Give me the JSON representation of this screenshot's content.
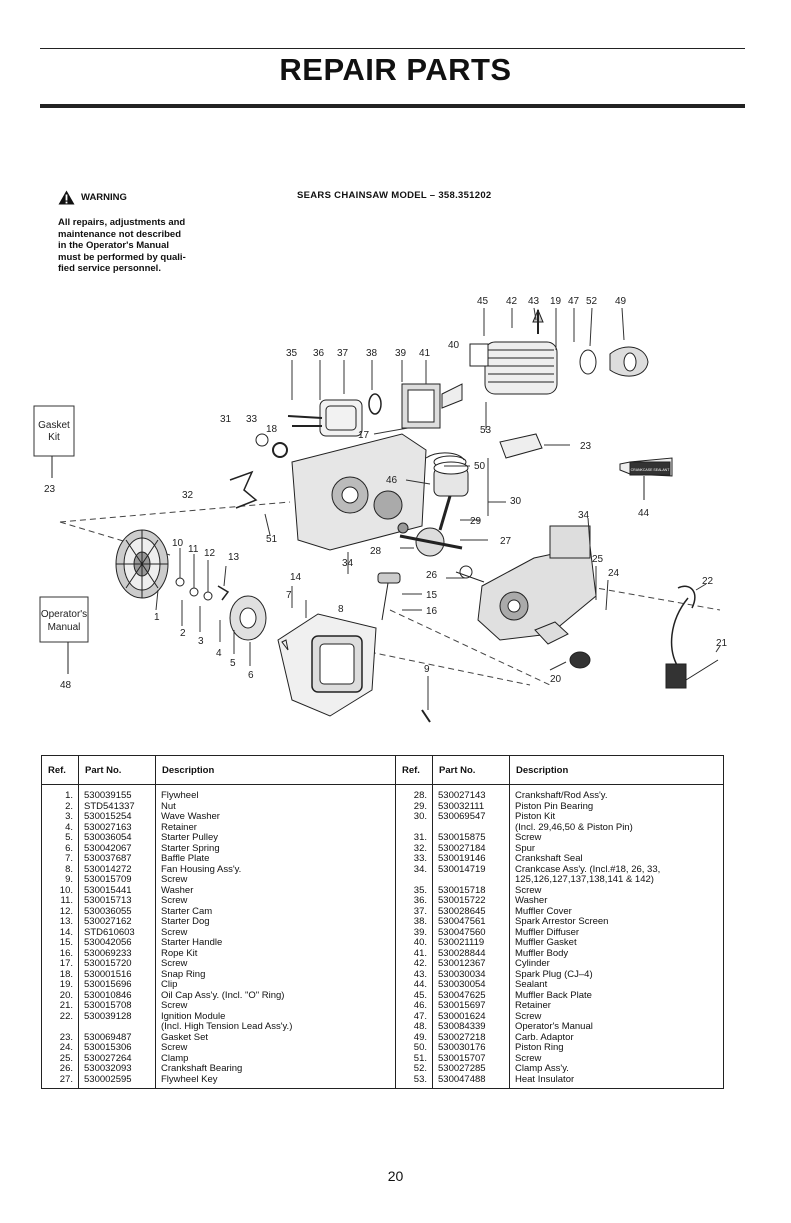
{
  "title": "REPAIR PARTS",
  "model_line": "SEARS CHAINSAW MODEL – 358.351202",
  "warning": {
    "heading": "WARNING",
    "lines": [
      "All repairs, adjustments and",
      "maintenance not described",
      "in the Operator's Manual",
      "must be performed by quali-",
      "fied service personnel."
    ]
  },
  "diagram": {
    "gasket_kit_label": [
      "Gasket",
      "Kit"
    ],
    "gasket_kit_ref": "23",
    "operators_manual_label": [
      "Operator's",
      "Manual"
    ],
    "operators_manual_ref": "48",
    "sealant_tube_label": "CRANKCASE SEALANT",
    "callouts": {
      "c45": "45",
      "c42": "42",
      "c43": "43",
      "c19": "19",
      "c47": "47",
      "c52": "52",
      "c49": "49",
      "c35": "35",
      "c36": "36",
      "c37": "37",
      "c38": "38",
      "c39": "39",
      "c41": "41",
      "c40": "40",
      "c31": "31",
      "c33": "33",
      "c18": "18",
      "c17": "17",
      "c53": "53",
      "c23": "23",
      "c50": "50",
      "c44": "44",
      "c32": "32",
      "c46": "46",
      "c30": "30",
      "c29": "29",
      "c34a": "34",
      "c51": "51",
      "c10": "10",
      "c11": "11",
      "c12": "12",
      "c13": "13",
      "c28": "28",
      "c27": "27",
      "c34b": "34",
      "c25": "25",
      "c24": "24",
      "c22": "22",
      "c14": "14",
      "c26": "26",
      "c15": "15",
      "c7": "7",
      "c8": "8",
      "c16": "16",
      "c1": "1",
      "c2": "2",
      "c3": "3",
      "c4": "4",
      "c5": "5",
      "c6": "6",
      "c9": "9",
      "c20": "20",
      "c21": "21"
    }
  },
  "table": {
    "headers": {
      "ref": "Ref.",
      "part_no": "Part No.",
      "description": "Description"
    },
    "rows": [
      {
        "l": {
          "ref": "1.",
          "part": "530039155",
          "desc": "Flywheel"
        },
        "r": {
          "ref": "28.",
          "part": "530027143",
          "desc": "Crankshaft/Rod Ass'y."
        }
      },
      {
        "l": {
          "ref": "2.",
          "part": "STD541337",
          "desc": "Nut"
        },
        "r": {
          "ref": "29.",
          "part": "530032111",
          "desc": "Piston Pin Bearing"
        }
      },
      {
        "l": {
          "ref": "3.",
          "part": "530015254",
          "desc": "Wave Washer"
        },
        "r": {
          "ref": "30.",
          "part": "530069547",
          "desc": "Piston Kit"
        }
      },
      {
        "l": {
          "ref": "4.",
          "part": "530027163",
          "desc": "Retainer"
        },
        "r": {
          "ref": "",
          "part": "",
          "desc": "(Incl. 29,46,50 & Piston Pin)"
        }
      },
      {
        "l": {
          "ref": "5.",
          "part": "530036054",
          "desc": "Starter Pulley"
        },
        "r": {
          "ref": "31.",
          "part": "530015875",
          "desc": "Screw"
        }
      },
      {
        "l": {
          "ref": "6.",
          "part": "530042067",
          "desc": "Starter Spring"
        },
        "r": {
          "ref": "32.",
          "part": "530027184",
          "desc": "Spur"
        }
      },
      {
        "l": {
          "ref": "7.",
          "part": "530037687",
          "desc": "Baffle Plate"
        },
        "r": {
          "ref": "33.",
          "part": "530019146",
          "desc": "Crankshaft Seal"
        }
      },
      {
        "l": {
          "ref": "8.",
          "part": "530014272",
          "desc": "Fan Housing Ass'y."
        },
        "r": {
          "ref": "34.",
          "part": "530014719",
          "desc": "Crankcase Ass'y. (Incl.#18, 26, 33,"
        }
      },
      {
        "l": {
          "ref": "9.",
          "part": "530015709",
          "desc": "Screw"
        },
        "r": {
          "ref": "",
          "part": "",
          "desc": "125,126,127,137,138,141 & 142)"
        }
      },
      {
        "l": {
          "ref": "10.",
          "part": "530015441",
          "desc": "Washer"
        },
        "r": {
          "ref": "35.",
          "part": "530015718",
          "desc": "Screw"
        }
      },
      {
        "l": {
          "ref": "11.",
          "part": "530015713",
          "desc": "Screw"
        },
        "r": {
          "ref": "36.",
          "part": "530015722",
          "desc": "Washer"
        }
      },
      {
        "l": {
          "ref": "12.",
          "part": "530036055",
          "desc": "Starter Cam"
        },
        "r": {
          "ref": "37.",
          "part": "530028645",
          "desc": "Muffler Cover"
        }
      },
      {
        "l": {
          "ref": "13.",
          "part": "530027162",
          "desc": "Starter Dog"
        },
        "r": {
          "ref": "38.",
          "part": "530047561",
          "desc": "Spark Arrestor Screen"
        }
      },
      {
        "l": {
          "ref": "14.",
          "part": "STD610603",
          "desc": "Screw"
        },
        "r": {
          "ref": "39.",
          "part": "530047560",
          "desc": "Muffler Diffuser"
        }
      },
      {
        "l": {
          "ref": "15.",
          "part": "530042056",
          "desc": "Starter Handle"
        },
        "r": {
          "ref": "40.",
          "part": "530021119",
          "desc": "Muffler Gasket"
        }
      },
      {
        "l": {
          "ref": "16.",
          "part": "530069233",
          "desc": "Rope Kit"
        },
        "r": {
          "ref": "41.",
          "part": "530028844",
          "desc": "Muffler Body"
        }
      },
      {
        "l": {
          "ref": "17.",
          "part": "530015720",
          "desc": "Screw"
        },
        "r": {
          "ref": "42.",
          "part": "530012367",
          "desc": "Cylinder"
        }
      },
      {
        "l": {
          "ref": "18.",
          "part": "530001516",
          "desc": "Snap Ring"
        },
        "r": {
          "ref": "43.",
          "part": "530030034",
          "desc": "Spark Plug (CJ–4)"
        }
      },
      {
        "l": {
          "ref": "19.",
          "part": "530015696",
          "desc": "Clip"
        },
        "r": {
          "ref": "44.",
          "part": "530030054",
          "desc": "Sealant"
        }
      },
      {
        "l": {
          "ref": "20.",
          "part": "530010846",
          "desc": "Oil Cap Ass'y. (Incl. \"O\" Ring)"
        },
        "r": {
          "ref": "45.",
          "part": "530047625",
          "desc": "Muffler Back Plate"
        }
      },
      {
        "l": {
          "ref": "21.",
          "part": "530015708",
          "desc": "Screw"
        },
        "r": {
          "ref": "46.",
          "part": "530015697",
          "desc": "Retainer"
        }
      },
      {
        "l": {
          "ref": "22.",
          "part": "530039128",
          "desc": "Ignition Module"
        },
        "r": {
          "ref": "47.",
          "part": "530001624",
          "desc": "Screw"
        }
      },
      {
        "l": {
          "ref": "",
          "part": "",
          "desc": "(Incl. High Tension Lead Ass'y.)"
        },
        "r": {
          "ref": "48.",
          "part": "530084339",
          "desc": "Operator's Manual"
        }
      },
      {
        "l": {
          "ref": "23.",
          "part": "530069487",
          "desc": "Gasket Set"
        },
        "r": {
          "ref": "49.",
          "part": "530027218",
          "desc": "Carb. Adaptor"
        }
      },
      {
        "l": {
          "ref": "24.",
          "part": "530015306",
          "desc": "Screw"
        },
        "r": {
          "ref": "50.",
          "part": "530030176",
          "desc": "Piston Ring"
        }
      },
      {
        "l": {
          "ref": "25.",
          "part": "530027264",
          "desc": "Clamp"
        },
        "r": {
          "ref": "51.",
          "part": "530015707",
          "desc": "Screw"
        }
      },
      {
        "l": {
          "ref": "26.",
          "part": "530032093",
          "desc": "Crankshaft Bearing"
        },
        "r": {
          "ref": "52.",
          "part": "530027285",
          "desc": "Clamp Ass'y."
        }
      },
      {
        "l": {
          "ref": "27.",
          "part": "530002595",
          "desc": "Flywheel Key"
        },
        "r": {
          "ref": "53.",
          "part": "530047488",
          "desc": "Heat Insulator"
        }
      }
    ]
  },
  "page_number": "20"
}
